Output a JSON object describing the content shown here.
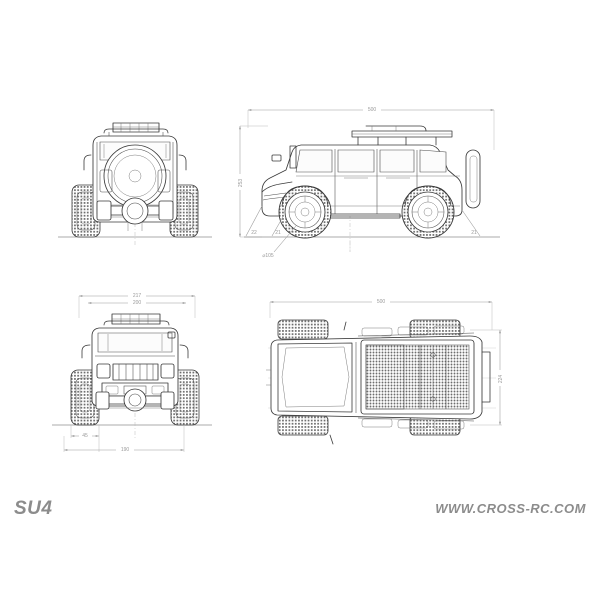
{
  "sheet": {
    "background_color": "#ffffff",
    "line_color": "#3a3a3a",
    "dimension_color": "#9a9a9a",
    "construction_color": "#c9c9c9",
    "title": "SU4"
  },
  "footer": {
    "model_label": "SU4",
    "website": "WWW.CROSS-RC.COM"
  },
  "views": [
    {
      "id": "rear-view",
      "name": "rear-view",
      "label": "Rear elevation",
      "features": [
        "roof-rack",
        "spare-tire",
        "rear-axle",
        "differential",
        "tail-lights",
        "off-road-tires"
      ]
    },
    {
      "id": "side-view",
      "name": "side-view",
      "label": "Side elevation",
      "features": [
        "roof-rack",
        "snorkel",
        "four-doors",
        "rock-sliders",
        "spare-tire",
        "front-wheel",
        "rear-wheel"
      ]
    },
    {
      "id": "front-view",
      "name": "front-view",
      "label": "Front elevation",
      "features": [
        "light-bar",
        "grille",
        "headlights",
        "front-bumper",
        "winch",
        "front-axle",
        "off-road-tires"
      ]
    },
    {
      "id": "top-view",
      "name": "top-view",
      "label": "Top plan",
      "features": [
        "hood",
        "windshield",
        "roof-rack-basket",
        "mesh-floor",
        "cross-rails",
        "four-wheels"
      ]
    }
  ],
  "dimensions": {
    "side_view_length": "500",
    "side_view_height": "253",
    "side_view_wheel_diameter": "⌀105",
    "side_view_approach_angle": "22",
    "side_view_departure_angle": "21",
    "front_view_width_upper": "217",
    "front_view_width_lower": "200",
    "front_view_tire_width": "45",
    "front_view_track": "190",
    "top_view_length": "500",
    "top_view_width": "224"
  }
}
